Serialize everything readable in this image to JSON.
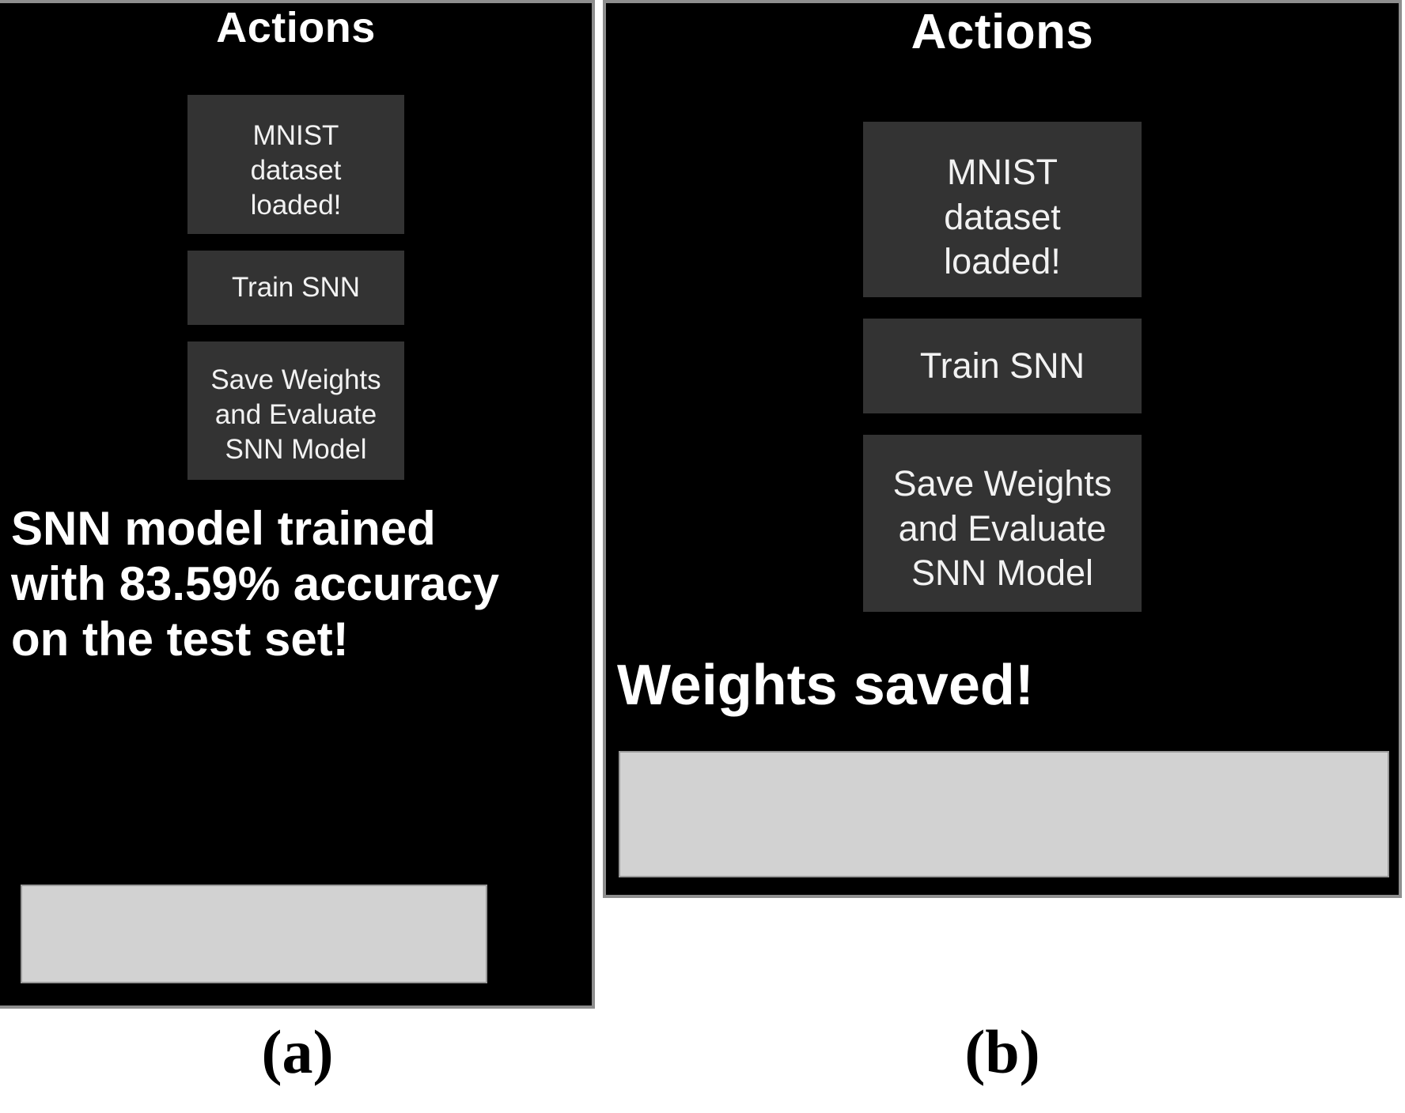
{
  "figure": {
    "background_color": "#ffffff",
    "panel_background": "#000000",
    "button_color": "#333333",
    "button_text_color": "#f2f2f2",
    "status_text_color": "#ffffff",
    "output_bar_color": "#d2d2d2",
    "border_color": "#8e8e8e"
  },
  "panels": [
    {
      "caption": "(a)",
      "title": "Actions",
      "buttons": [
        {
          "label": "MNIST\ndataset\nloaded!"
        },
        {
          "label": "Train SNN"
        },
        {
          "label": "Save Weights\nand Evaluate\nSNN Model"
        }
      ],
      "status_message": "SNN model trained with 83.59% accuracy on the test set!",
      "accuracy": "83.59%",
      "output_bar_value": ""
    },
    {
      "caption": "(b)",
      "title": "Actions",
      "buttons": [
        {
          "label": "MNIST\ndataset\nloaded!"
        },
        {
          "label": "Train SNN"
        },
        {
          "label": "Save Weights\nand Evaluate\nSNN Model"
        }
      ],
      "status_message": "Weights saved!",
      "output_bar_value": ""
    }
  ]
}
